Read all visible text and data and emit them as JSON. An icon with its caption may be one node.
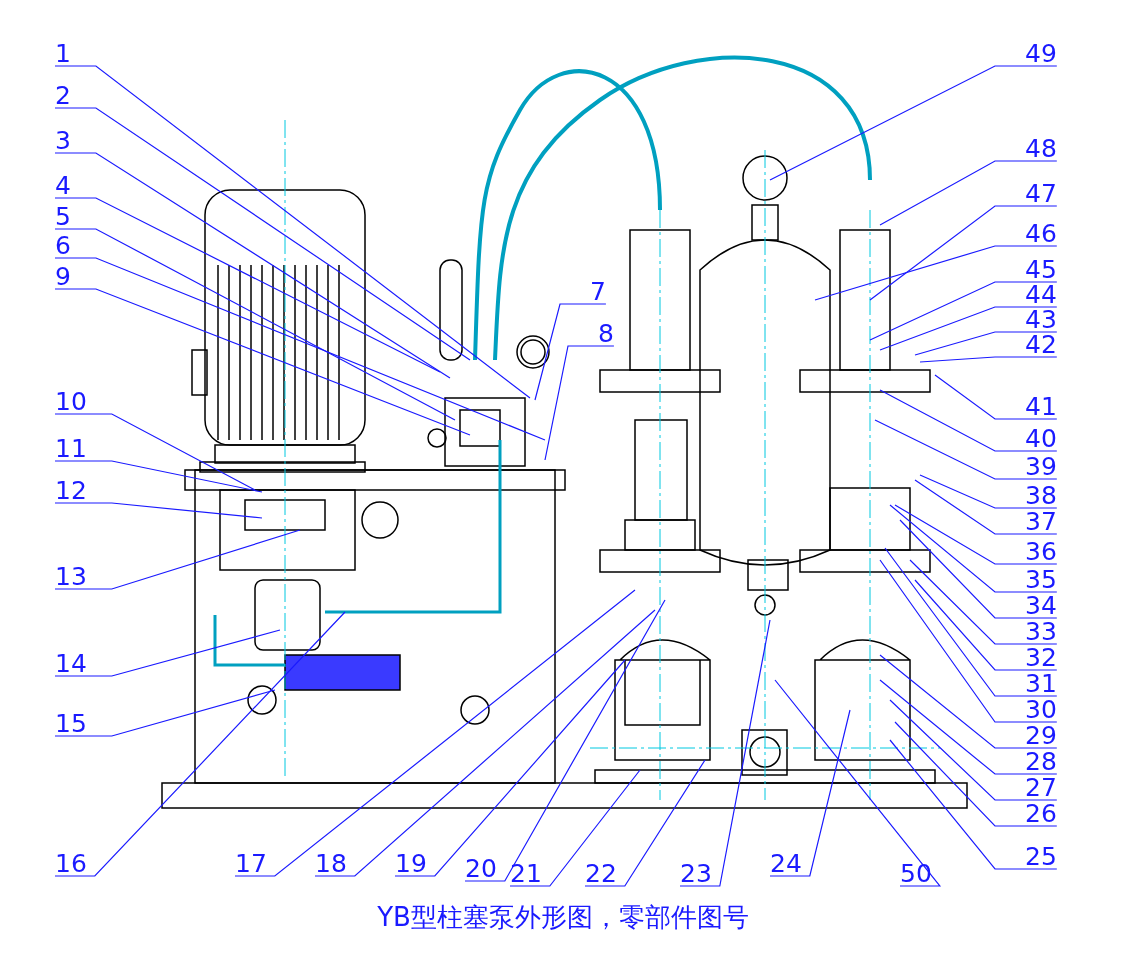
{
  "diagram": {
    "caption": "YB型柱塞泵外形图，零部件图号",
    "nodes": [
      {
        "text": [
          "1"
        ]
      },
      {
        "text": [
          "2"
        ]
      },
      {
        "text": [
          "3"
        ]
      },
      {
        "text": [
          "4"
        ]
      },
      {
        "text": [
          "5"
        ]
      },
      {
        "text": [
          "6"
        ]
      },
      {
        "text": [
          "7"
        ]
      },
      {
        "text": [
          "8"
        ]
      },
      {
        "text": [
          "9"
        ]
      },
      {
        "text": [
          "10"
        ]
      },
      {
        "text": [
          "11"
        ]
      },
      {
        "text": [
          "12"
        ]
      },
      {
        "text": [
          "13"
        ]
      },
      {
        "text": [
          "14"
        ]
      },
      {
        "text": [
          "15"
        ]
      },
      {
        "text": [
          "16"
        ]
      },
      {
        "text": [
          "17"
        ]
      },
      {
        "text": [
          "18"
        ]
      },
      {
        "text": [
          "19"
        ]
      },
      {
        "text": [
          "20"
        ]
      },
      {
        "text": [
          "21"
        ]
      },
      {
        "text": [
          "22"
        ]
      },
      {
        "text": [
          "23"
        ]
      },
      {
        "text": [
          "24"
        ]
      },
      {
        "text": [
          "25"
        ]
      },
      {
        "text": [
          "26"
        ]
      },
      {
        "text": [
          "27"
        ]
      },
      {
        "text": [
          "28"
        ]
      },
      {
        "text": [
          "29"
        ]
      },
      {
        "text": [
          "30"
        ]
      },
      {
        "text": [
          "31"
        ]
      },
      {
        "text": [
          "32"
        ]
      },
      {
        "text": [
          "33"
        ]
      },
      {
        "text": [
          "34"
        ]
      },
      {
        "text": [
          "35"
        ]
      },
      {
        "text": [
          "36"
        ]
      },
      {
        "text": [
          "37"
        ]
      },
      {
        "text": [
          "38"
        ]
      },
      {
        "text": [
          "39"
        ]
      },
      {
        "text": [
          "40"
        ]
      },
      {
        "text": [
          "41"
        ]
      },
      {
        "text": [
          "42"
        ]
      },
      {
        "text": [
          "43"
        ]
      },
      {
        "text": [
          "44"
        ]
      },
      {
        "text": [
          "45"
        ]
      },
      {
        "text": [
          "46"
        ]
      },
      {
        "text": [
          "47"
        ]
      },
      {
        "text": [
          "48"
        ]
      },
      {
        "text": [
          "49"
        ]
      },
      {
        "text": [
          "50"
        ]
      }
    ],
    "edges": [
      {
        "from": 0,
        "to": null,
        "arrow": "none"
      },
      {
        "from": 1,
        "to": null,
        "arrow": "none"
      },
      {
        "from": 2,
        "to": null,
        "arrow": "none"
      },
      {
        "from": 3,
        "to": null,
        "arrow": "none"
      },
      {
        "from": 4,
        "to": null,
        "arrow": "none"
      },
      {
        "from": 5,
        "to": null,
        "arrow": "none"
      },
      {
        "from": 6,
        "to": null,
        "arrow": "none"
      },
      {
        "from": 7,
        "to": null,
        "arrow": "none"
      },
      {
        "from": 8,
        "to": null,
        "arrow": "none"
      },
      {
        "from": 9,
        "to": null,
        "arrow": "none"
      },
      {
        "from": 10,
        "to": null,
        "arrow": "none"
      },
      {
        "from": 11,
        "to": null,
        "arrow": "none"
      },
      {
        "from": 12,
        "to": null,
        "arrow": "none"
      },
      {
        "from": 13,
        "to": null,
        "arrow": "none"
      },
      {
        "from": 14,
        "to": null,
        "arrow": "none"
      },
      {
        "from": 15,
        "to": null,
        "arrow": "none"
      },
      {
        "from": 16,
        "to": null,
        "arrow": "none"
      },
      {
        "from": 17,
        "to": null,
        "arrow": "none"
      },
      {
        "from": 18,
        "to": null,
        "arrow": "none"
      },
      {
        "from": 19,
        "to": null,
        "arrow": "none"
      },
      {
        "from": 20,
        "to": null,
        "arrow": "none"
      },
      {
        "from": 21,
        "to": null,
        "arrow": "none"
      },
      {
        "from": 22,
        "to": null,
        "arrow": "none"
      },
      {
        "from": 23,
        "to": null,
        "arrow": "none"
      },
      {
        "from": 24,
        "to": null,
        "arrow": "none"
      },
      {
        "from": 25,
        "to": null,
        "arrow": "none"
      },
      {
        "from": 26,
        "to": null,
        "arrow": "none"
      },
      {
        "from": 27,
        "to": null,
        "arrow": "none"
      },
      {
        "from": 28,
        "to": null,
        "arrow": "none"
      },
      {
        "from": 29,
        "to": null,
        "arrow": "none"
      },
      {
        "from": 30,
        "to": null,
        "arrow": "none"
      },
      {
        "from": 31,
        "to": null,
        "arrow": "none"
      },
      {
        "from": 32,
        "to": null,
        "arrow": "none"
      },
      {
        "from": 33,
        "to": null,
        "arrow": "none"
      },
      {
        "from": 34,
        "to": null,
        "arrow": "none"
      },
      {
        "from": 35,
        "to": null,
        "arrow": "none"
      },
      {
        "from": 36,
        "to": null,
        "arrow": "none"
      },
      {
        "from": 37,
        "to": null,
        "arrow": "none"
      },
      {
        "from": 38,
        "to": null,
        "arrow": "none"
      },
      {
        "from": 39,
        "to": null,
        "arrow": "none"
      },
      {
        "from": 40,
        "to": null,
        "arrow": "none"
      },
      {
        "from": 41,
        "to": null,
        "arrow": "none"
      },
      {
        "from": 42,
        "to": null,
        "arrow": "none"
      },
      {
        "from": 43,
        "to": null,
        "arrow": "none"
      },
      {
        "from": 44,
        "to": null,
        "arrow": "none"
      },
      {
        "from": 45,
        "to": null,
        "arrow": "none"
      },
      {
        "from": 46,
        "to": null,
        "arrow": "none"
      },
      {
        "from": 47,
        "to": null,
        "arrow": "none"
      },
      {
        "from": 48,
        "to": null,
        "arrow": "none"
      },
      {
        "from": 49,
        "to": null,
        "arrow": "none"
      }
    ]
  }
}
